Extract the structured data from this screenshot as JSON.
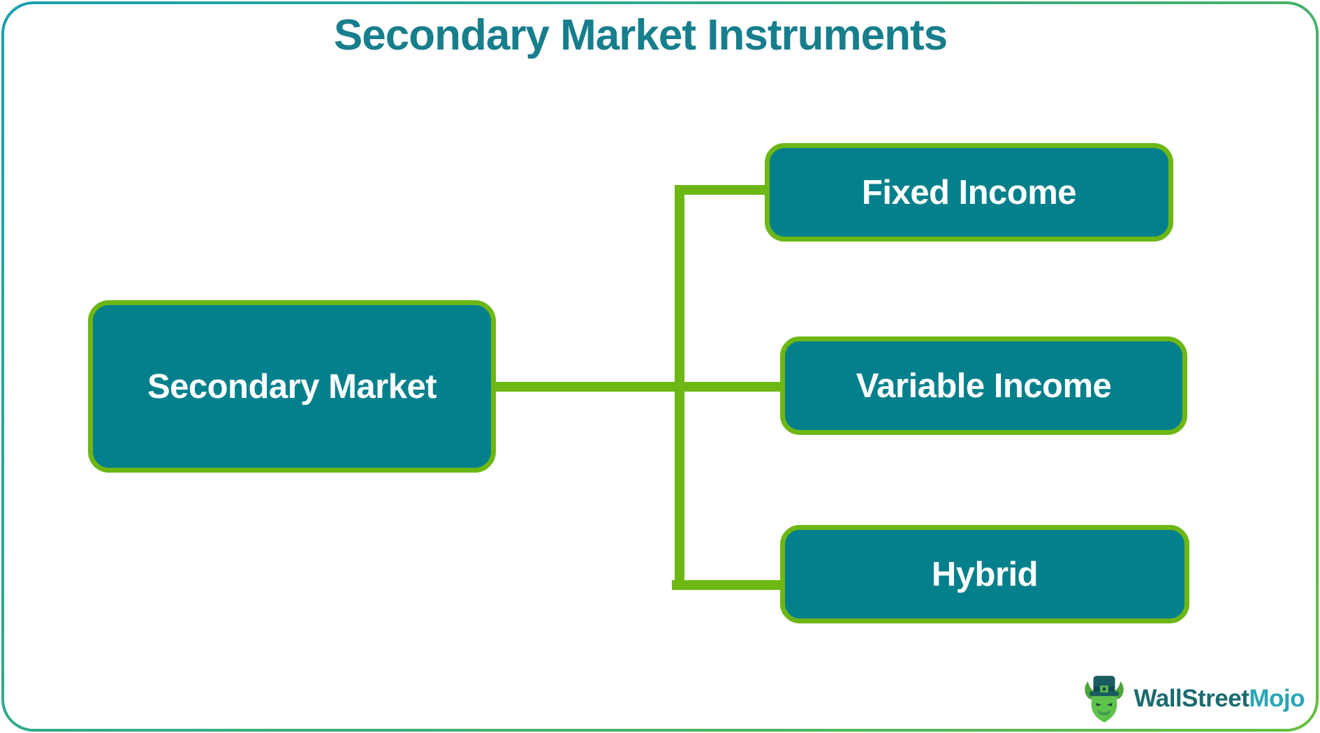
{
  "title": "Secondary Market Instruments",
  "diagram": {
    "root": {
      "label": "Secondary Market"
    },
    "children": [
      {
        "label": "Fixed Income"
      },
      {
        "label": "Variable Income"
      },
      {
        "label": "Hybrid"
      }
    ]
  },
  "branding": {
    "wordmark_primary": "WallStreet",
    "wordmark_accent": "Mojo",
    "icon": "bull-with-top-hat-icon"
  },
  "colors": {
    "node_fill_teal": "#04808C",
    "node_text": "#FFFFFF",
    "connector_green": "#6DB714",
    "title_teal": "#177E8C",
    "frame_gradient_start": "#17A0AE",
    "frame_gradient_end": "#66BE3E",
    "wordmark_primary_color": "#1C6B70",
    "wordmark_accent_color": "#2BA6B4"
  }
}
